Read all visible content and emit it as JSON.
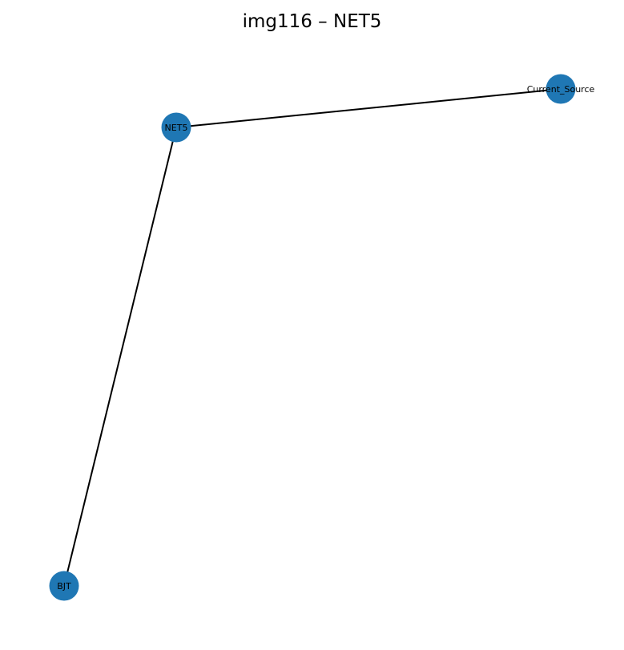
{
  "title": "img116 – NET5",
  "colors": {
    "node_fill": "#1f77b4",
    "edge": "#000000",
    "label": "#000000",
    "background": "#ffffff"
  },
  "nodes": [
    {
      "id": "NET5",
      "label": "NET5"
    },
    {
      "id": "Current_Source",
      "label": "Current_Source"
    },
    {
      "id": "BJT",
      "label": "BJT"
    }
  ],
  "edges": [
    {
      "source": "NET5",
      "target": "Current_Source"
    },
    {
      "source": "NET5",
      "target": "BJT"
    }
  ]
}
